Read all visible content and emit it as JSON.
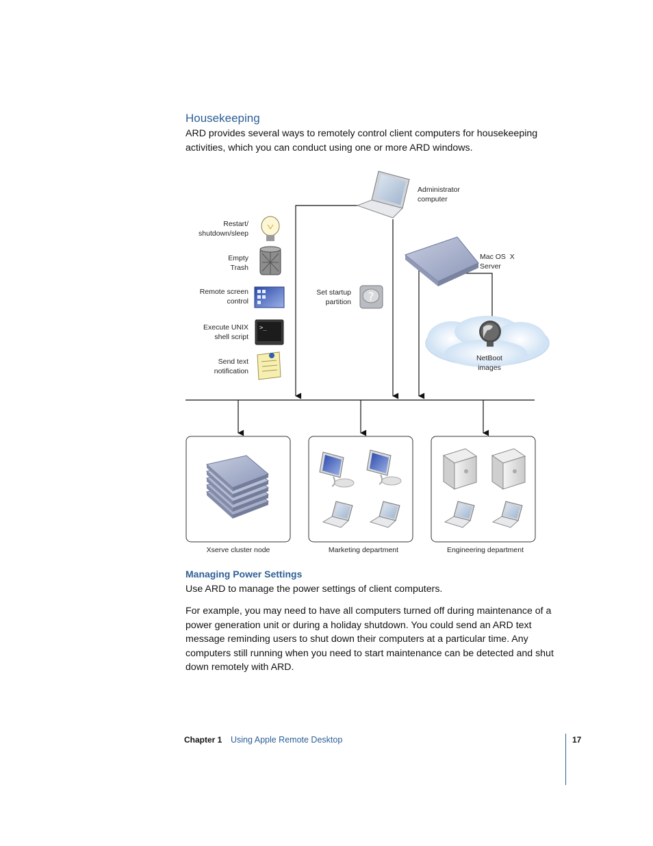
{
  "section": {
    "title": "Housekeeping",
    "intro": "ARD provides several ways to remotely control client computers for housekeeping activities, which you can conduct using one or more ARD windows."
  },
  "diagram": {
    "admin_label_1": "Administrator",
    "admin_label_2": "computer",
    "server_label_1": "Mac OS  X",
    "server_label_2": "Server",
    "netboot_label_1": "NetBoot",
    "netboot_label_2": "images",
    "startup_label_1": "Set startup",
    "startup_label_2": "partition",
    "tasks": [
      {
        "line1": "Restart/",
        "line2": "shutdown/sleep",
        "icon": "lightbulb-icon"
      },
      {
        "line1": "Empty",
        "line2": "Trash",
        "icon": "trash-icon"
      },
      {
        "line1": "Remote screen",
        "line2": "control",
        "icon": "remote-screen-icon"
      },
      {
        "line1": "Execute UNIX",
        "line2": "shell script",
        "icon": "terminal-icon"
      },
      {
        "line1": "Send text",
        "line2": "notification",
        "icon": "note-icon"
      }
    ],
    "groups": [
      {
        "label": "Xserve cluster node"
      },
      {
        "label": "Marketing department"
      },
      {
        "label": "Engineering department"
      }
    ]
  },
  "subsection": {
    "title": "Managing Power Settings",
    "p1": "Use ARD to manage the power settings of client computers.",
    "p2": "For example, you may need to have all computers turned off during maintenance of a power generation unit or during a holiday shutdown. You could send an ARD text message reminding users to shut down their computers at a particular time. Any computers still running when you need to start maintenance can be detected and shut down remotely with ARD."
  },
  "footer": {
    "chapter": "Chapter 1",
    "chapter_title": "Using Apple Remote Desktop",
    "page_number": "17"
  }
}
